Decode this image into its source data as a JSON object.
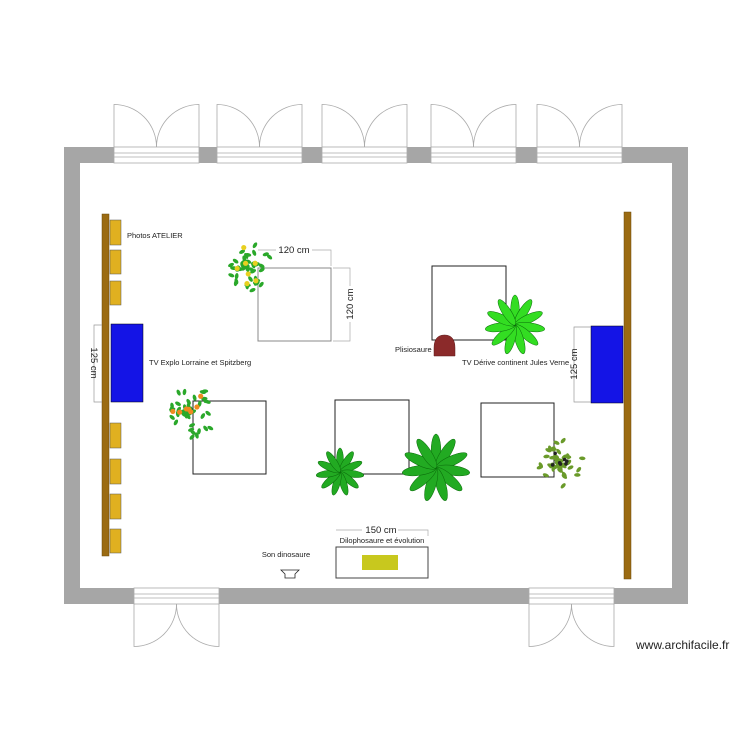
{
  "labels": {
    "photos": "Photos ATELIER",
    "tv_left": "TV Explo Lorraine et Spitzberg",
    "tv_right": "TV Dérive continent Jules Verne",
    "plesiosaur": "Plisiosaure",
    "sound": "Son dinosaure",
    "dilophosaur": "Dilophosaure et évolution"
  },
  "dimensions": {
    "box_width": "120 cm",
    "box_height": "120 cm",
    "tv_left": "125 cm",
    "tv_right": "125 cm",
    "dilophosaur_width": "150 cm"
  },
  "watermark": "www.archifacile.fr",
  "colors": {
    "wall": "#a6a6a6",
    "wood": "#9b6b12",
    "photo": "#e0b020",
    "tv": "#1414e6",
    "plesiosaur": "#8b2a2a",
    "dilophosaur": "#c8c81e",
    "plant": "#22bb22"
  }
}
